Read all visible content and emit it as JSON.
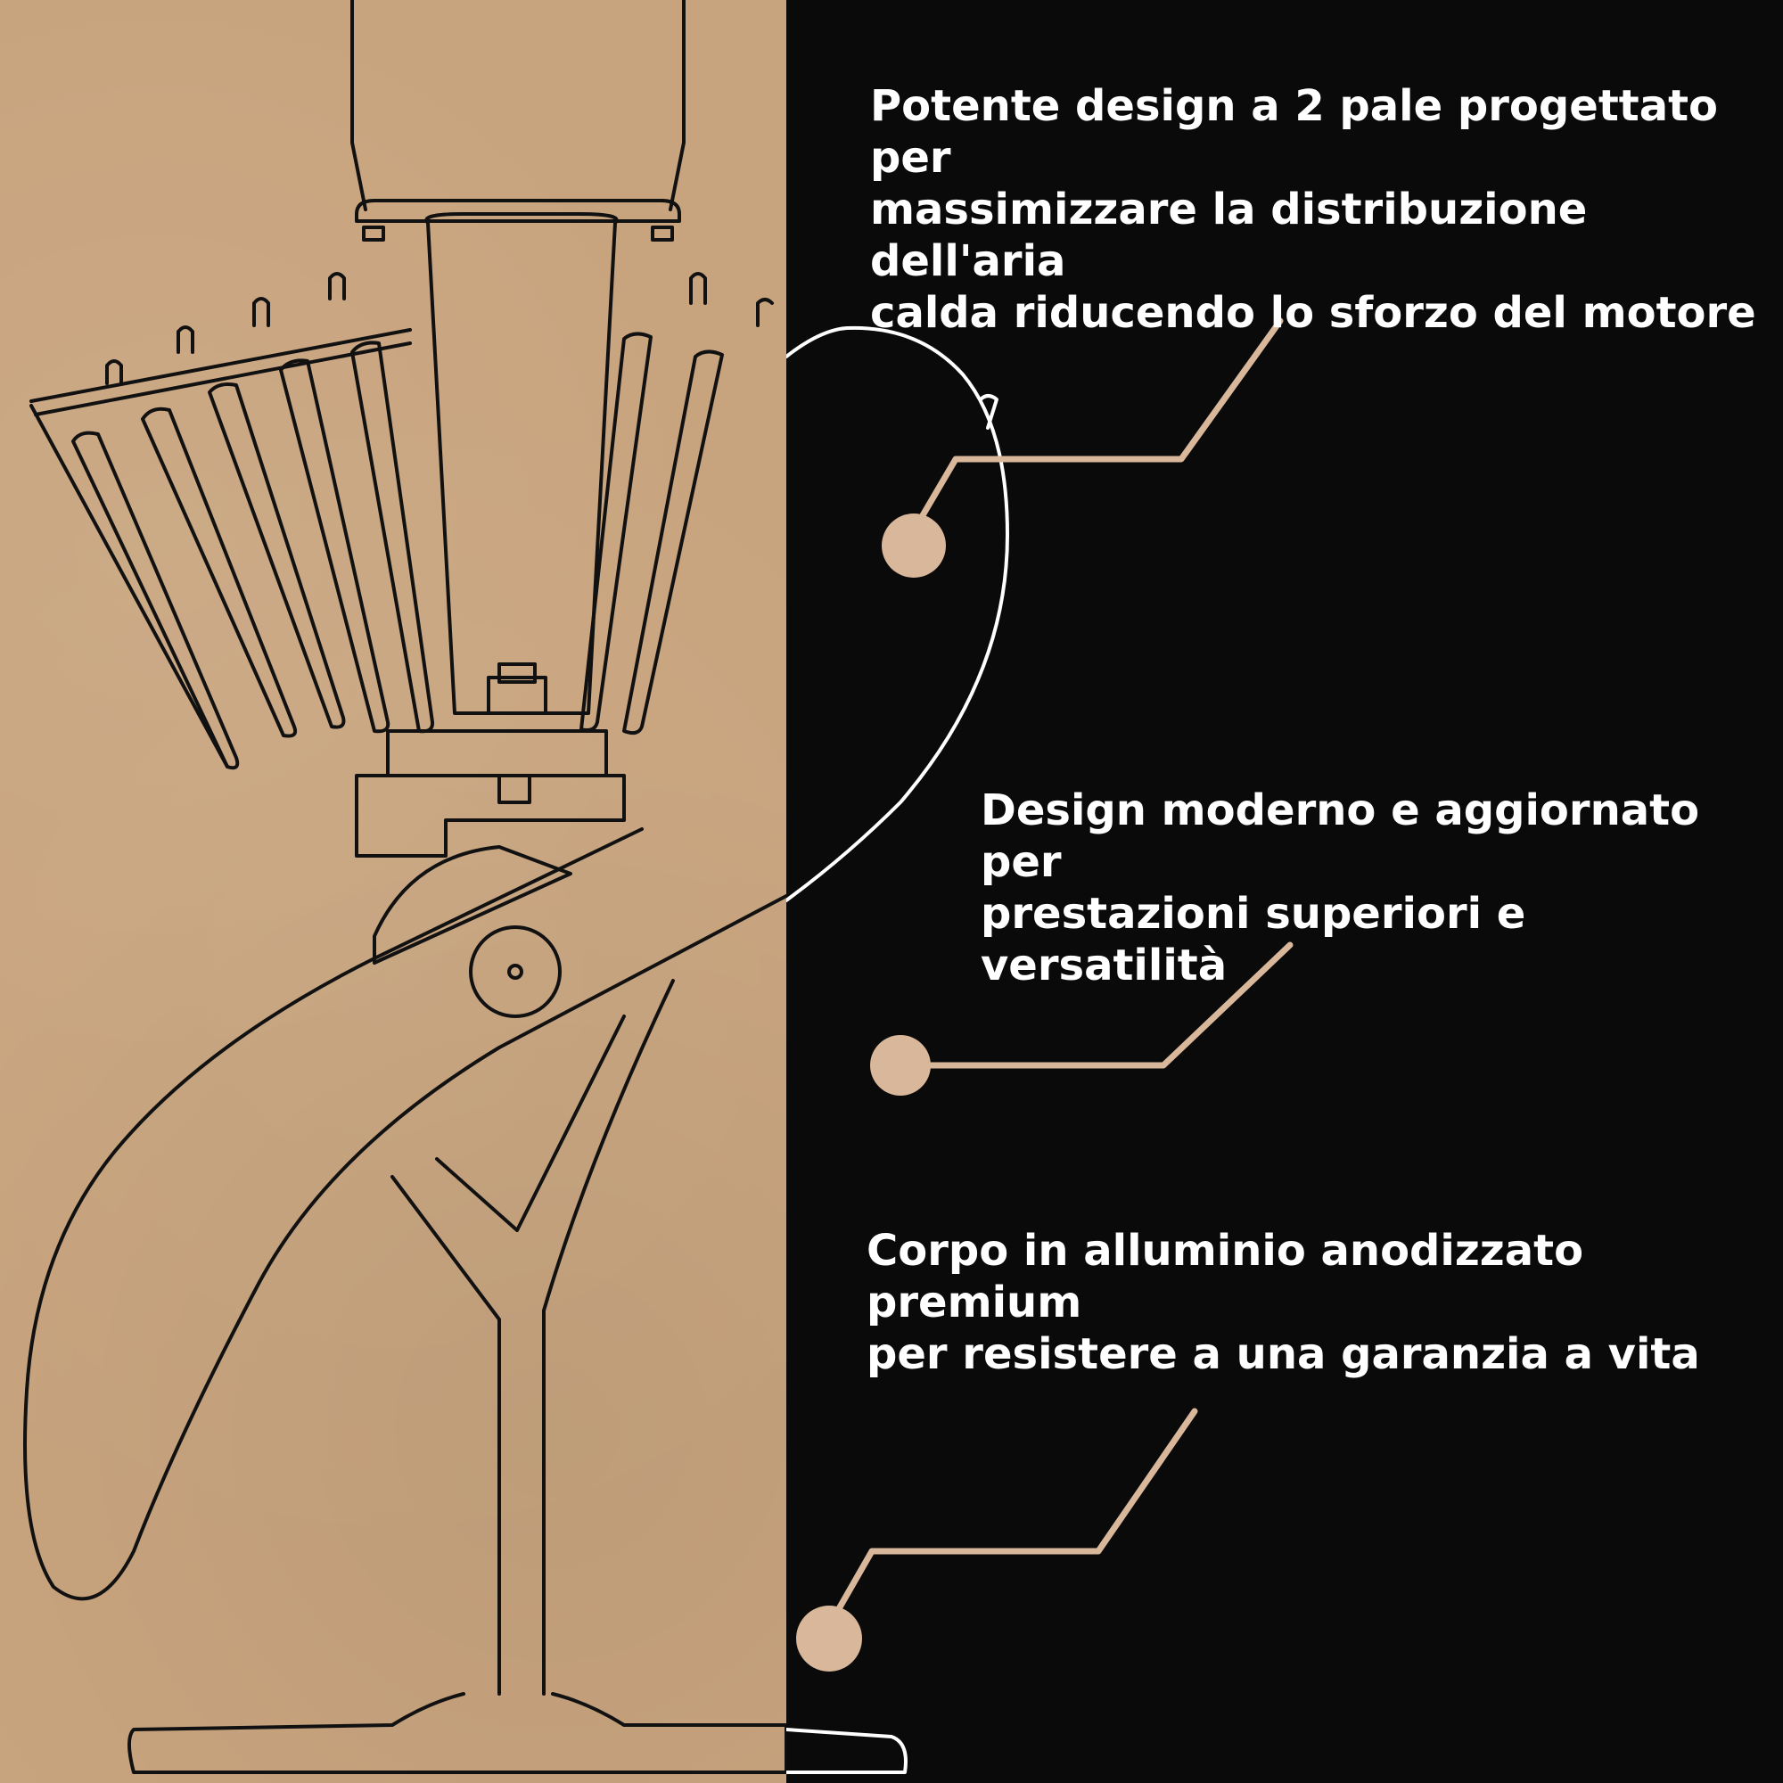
{
  "colors": {
    "left_background": "#c8a47e",
    "right_background": "#0a0a0a",
    "accent": "#d9b79b",
    "text": "#ffffff",
    "outline": "#111111"
  },
  "captions": [
    {
      "text": "Potente design a 2 pale progettato per\nmassimizzare la distribuzione dell'aria\ncalda riducendo lo sforzo del motore"
    },
    {
      "text": "Design moderno e aggiornato per\nprestazioni superiori e versatilità"
    },
    {
      "text": "Corpo in alluminio anodizzato premium\nper resistere a una garanzia a vita"
    }
  ],
  "illustration": {
    "subject": "stove-fan-outline"
  }
}
